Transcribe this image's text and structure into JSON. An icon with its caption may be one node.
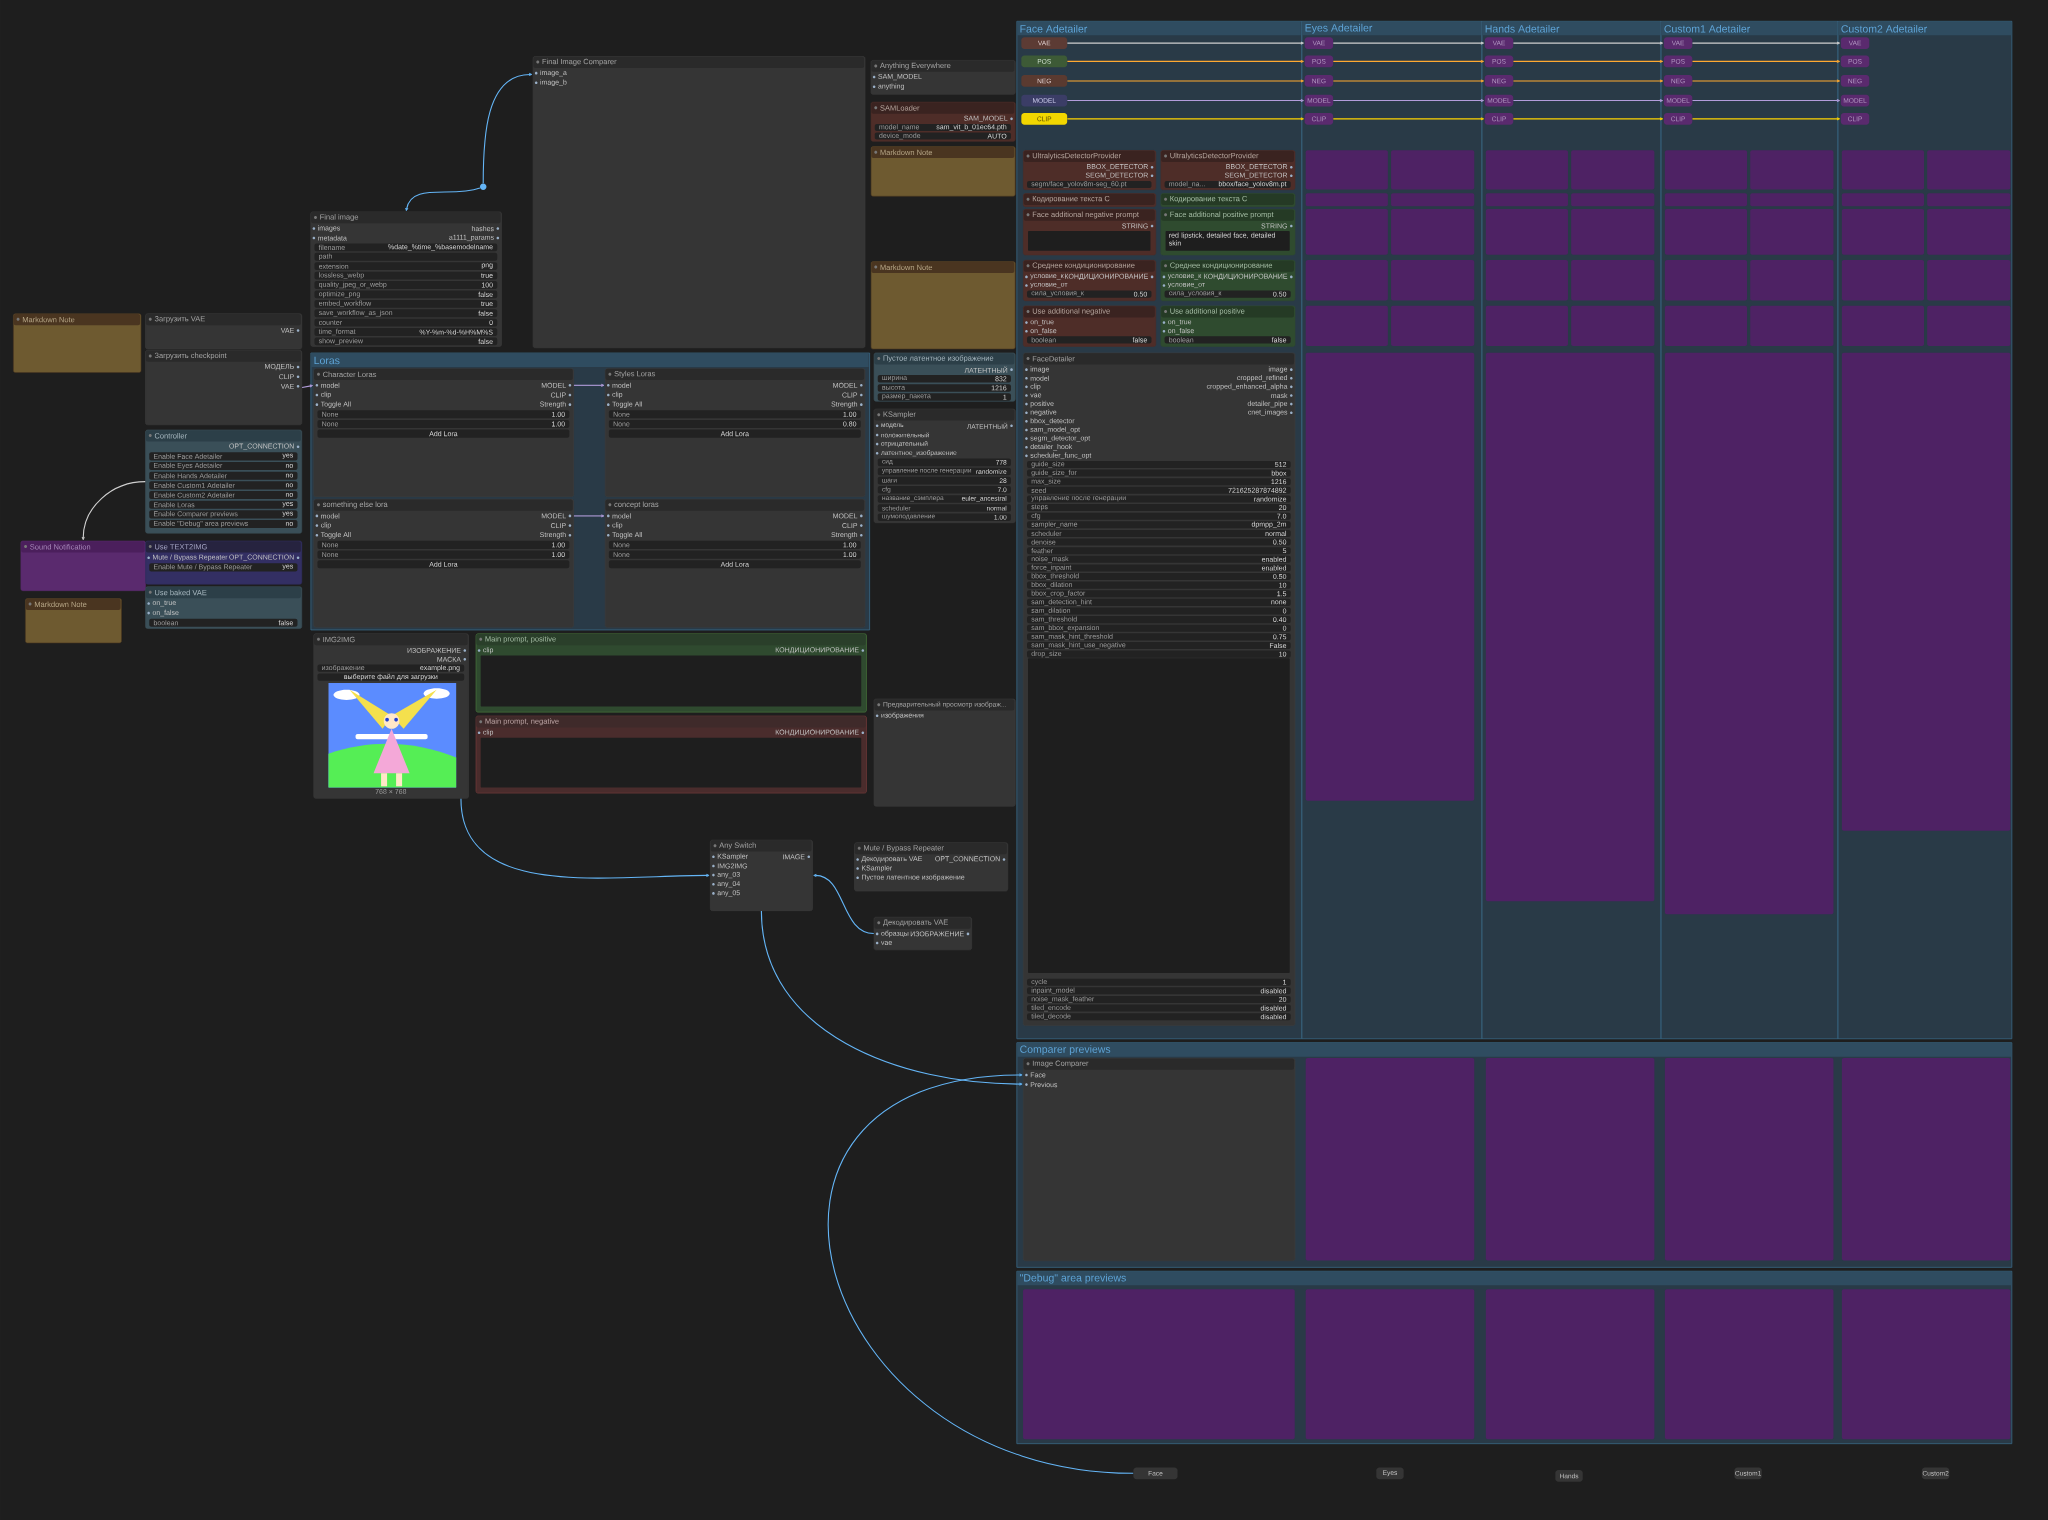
{
  "diagram": {
    "nodes": [
      {
        "text": [
          "Markdown Note"
        ]
      },
      {
        "text": [
          "Sound Notification"
        ]
      },
      {
        "text": [
          "Markdown Note"
        ]
      },
      {
        "text": [
          "Загрузить VAE",
          "VAE"
        ]
      },
      {
        "text": [
          "Загрузить checkpoint",
          "МОДЕЛЬ",
          "CLIP",
          "VAE"
        ]
      },
      {
        "text": [
          "Controller",
          "OPT_CONNECTION",
          "Enable Face Adetailer",
          "yes",
          "Enable Eyes Adetailer",
          "no",
          "Enable Hands Adetailer",
          "no",
          "Enable Custom1 Adetailer",
          "no",
          "Enable Custom2 Adetailer",
          "no",
          "Enable Loras",
          "yes",
          "Enable Comparer previews",
          "yes",
          "Enable \"Debug\" area previews",
          "no"
        ]
      },
      {
        "text": [
          "Use TEXT2IMG",
          "Mute / Bypass Repeater",
          "OPT_CONNECTION",
          "Enable Mute / Bypass Repeater",
          "yes"
        ]
      },
      {
        "text": [
          "Use baked VAE",
          "on_true",
          "on_false",
          "boolean",
          "false"
        ]
      },
      {
        "text": [
          "Final image",
          "images",
          "hashes",
          "metadata",
          "a1111_params",
          "filename",
          "%date_%time_%basemodelname",
          "path",
          "extension",
          "png",
          "lossless_webp",
          "true",
          "quality_jpeg_or_webp",
          "100",
          "optimize_png",
          "false",
          "embed_workflow",
          "true",
          "save_workflow_as_json",
          "false",
          "counter",
          "0",
          "time_format",
          "%Y-%m-%d-%H%M%S",
          "show_preview",
          "false"
        ]
      },
      {
        "text": [],
        "shape": "circle"
      },
      {
        "text": [
          "Final Image Comparer",
          "image_a",
          "image_b"
        ]
      },
      {
        "text": [
          "Loras"
        ]
      },
      {
        "text": [
          "Character Loras",
          "model",
          "MODEL",
          "clip",
          "CLIP",
          "Toggle All",
          "Strength",
          "None",
          "1.00",
          "None",
          "1.00",
          "Add Lora"
        ],
        "in": 11
      },
      {
        "text": [
          "Styles Loras",
          "model",
          "MODEL",
          "clip",
          "CLIP",
          "Toggle All",
          "Strength",
          "None",
          "1.00",
          "None",
          "0.80",
          "Add Lora"
        ],
        "in": 11
      },
      {
        "text": [
          "something else lora",
          "model",
          "MODEL",
          "clip",
          "CLIP",
          "Toggle All",
          "Strength",
          "None",
          "1.00",
          "None",
          "1.00",
          "Add Lora"
        ],
        "in": 11
      },
      {
        "text": [
          "concept loras",
          "model",
          "MODEL",
          "clip",
          "CLIP",
          "Toggle All",
          "Strength",
          "None",
          "1.00",
          "None",
          "1.00",
          "Add Lora"
        ],
        "in": 11
      },
      {
        "text": [
          "IMG2IMG",
          "ИЗОБРАЖЕНИЕ",
          "МАСКА",
          "изображение",
          "example.png",
          "выберите файл для загрузки",
          "768 × 768"
        ]
      },
      {
        "text": [
          "Main prompt, positive",
          "clip",
          "КОНДИЦИОНИРОВАНИЕ"
        ]
      },
      {
        "text": [
          "Main prompt, negative",
          "clip",
          "КОНДИЦИОНИРОВАНИЕ"
        ]
      },
      {
        "text": [
          "Anything Everywhere",
          "SAM_MODEL",
          "anything"
        ]
      },
      {
        "text": [
          "SAMLoader",
          "SAM_MODEL",
          "model_name",
          "sam_vit_b_01ec64.pth",
          "device_mode",
          "AUTO"
        ]
      },
      {
        "text": [
          "Markdown Note"
        ]
      },
      {
        "text": [
          "Markdown Note"
        ]
      },
      {
        "text": [
          "Пустое латентное изображение",
          "ЛАТЕНТНЫЙ",
          "ширина",
          "832",
          "высота",
          "1216",
          "размер_пакета",
          "1"
        ]
      },
      {
        "text": [
          "KSampler",
          "модель",
          "ЛАТЕНТНЫЙ",
          "положительный",
          "отрицательный",
          "латентное_изображение",
          "сид",
          "778",
          "управление после генерации",
          "randomize",
          "шаги",
          "28",
          "cfg",
          "7.0",
          "название_сэмплера",
          "euler_ancestral",
          "scheduler",
          "normal",
          "шумоподавление",
          "1.00"
        ]
      },
      {
        "text": [
          "Предварительный просмотр изображ...",
          "изображения"
        ]
      },
      {
        "text": [
          "Any Switch",
          "KSampler",
          "IMAGE",
          "IMG2IMG",
          "any_03",
          "any_04",
          "any_05"
        ]
      },
      {
        "text": [
          "Mute / Bypass Repeater",
          "Декодировать VAE",
          "OPT_CONNECTION",
          "KSampler",
          "Пустое латентное изображение"
        ]
      },
      {
        "text": [
          "Декодировать VAE",
          "образцы",
          "ИЗОБРАЖЕНИЕ",
          "vae"
        ]
      },
      {
        "text": [
          "Face Adetailer"
        ]
      },
      {
        "text": [
          "Eyes Adetailer"
        ]
      },
      {
        "text": [
          "Hands Adetailer"
        ]
      },
      {
        "text": [
          "Custom1 Adetailer"
        ]
      },
      {
        "text": [
          "Custom2 Adetailer"
        ]
      },
      {
        "text": [
          "VAE"
        ],
        "in": 29
      },
      {
        "text": [
          "POS"
        ],
        "in": 29
      },
      {
        "text": [
          "NEG"
        ],
        "in": 29
      },
      {
        "text": [
          "MODEL"
        ],
        "in": 29
      },
      {
        "text": [
          "CLIP"
        ],
        "in": 29
      },
      {
        "text": [
          "UltralyticsDetectorProvider",
          "BBOX_DETECTOR",
          "SEGM_DETECTOR",
          "segm/face_yolov8m-seg_60.pt"
        ],
        "in": 29
      },
      {
        "text": [
          "UltralyticsDetectorProvider",
          "BBOX_DETECTOR",
          "SEGM_DETECTOR",
          "model_na...",
          "bbox/face_yolov8m.pt"
        ],
        "in": 29
      },
      {
        "text": [
          "Кодирование текста C"
        ],
        "in": 29
      },
      {
        "text": [
          "Кодирование текста C"
        ],
        "in": 29
      },
      {
        "text": [
          "Face additional negative prompt",
          "STRING"
        ],
        "in": 29
      },
      {
        "text": [
          "Face additional positive prompt",
          "STRING",
          "red lipstick, detailed face, detailed skin"
        ],
        "in": 29
      },
      {
        "text": [
          "Среднее кондиционирование",
          "условие_к",
          "КОНДИЦИОНИРОВАНИЕ",
          "условие_от",
          "сила_условия_к",
          "0.50"
        ],
        "in": 29
      },
      {
        "text": [
          "Среднее кондиционирование",
          "условие_к",
          "КОНДИЦИОНИРОВАНИЕ",
          "условие_от",
          "сила_условия_к",
          "0.50"
        ],
        "in": 29
      },
      {
        "text": [
          "Use additional negative",
          "on_true",
          "on_false",
          "boolean",
          "false"
        ],
        "in": 29
      },
      {
        "text": [
          "Use additional positive",
          "on_true",
          "on_false",
          "boolean",
          "false"
        ],
        "in": 29
      },
      {
        "text": [
          "FaceDetailer",
          "image",
          "image",
          "model",
          "cropped_refined",
          "clip",
          "cropped_enhanced_alpha",
          "vae",
          "mask",
          "positive",
          "detailer_pipe",
          "negative",
          "cnet_images",
          "bbox_detector",
          "sam_model_opt",
          "segm_detector_opt",
          "detailer_hook",
          "scheduler_func_opt",
          "guide_size",
          "512",
          "guide_size_for",
          "bbox",
          "max_size",
          "1216",
          "seed",
          "721625287874892",
          "управление после генерации",
          "randomize",
          "steps",
          "20",
          "cfg",
          "7.0",
          "sampler_name",
          "dpmpp_2m",
          "scheduler",
          "normal",
          "denoise",
          "0.50",
          "feather",
          "5",
          "noise_mask",
          "enabled",
          "force_inpaint",
          "enabled",
          "bbox_threshold",
          "0.50",
          "bbox_dilation",
          "10",
          "bbox_crop_factor",
          "1.5",
          "sam_detection_hint",
          "none",
          "sam_dilation",
          "0",
          "sam_threshold",
          "0.40",
          "sam_bbox_expansion",
          "0",
          "sam_mask_hint_threshold",
          "0.75",
          "sam_mask_hint_use_negative",
          "False",
          "drop_size",
          "10",
          "cycle",
          "1",
          "inpaint_model",
          "disabled",
          "noise_mask_feather",
          "20",
          "tiled_encode",
          "disabled",
          "tiled_decode",
          "disabled"
        ],
        "in": 29
      },
      {
        "text": [
          "Comparer previews"
        ]
      },
      {
        "text": [
          "Image Comparer",
          "Face",
          "Previous"
        ],
        "in": 50
      },
      {
        "text": [
          "\"Debug\" area previews"
        ]
      },
      {
        "text": [
          "VAE"
        ],
        "in": 30
      },
      {
        "text": [
          "POS"
        ],
        "in": 30
      },
      {
        "text": [
          "NEG"
        ],
        "in": 30
      },
      {
        "text": [
          "MODEL"
        ],
        "in": 30
      },
      {
        "text": [
          "CLIP"
        ],
        "in": 30
      },
      {
        "text": [
          "VAE"
        ],
        "in": 31
      },
      {
        "text": [
          "POS"
        ],
        "in": 31
      },
      {
        "text": [
          "NEG"
        ],
        "in": 31
      },
      {
        "text": [
          "MODEL"
        ],
        "in": 31
      },
      {
        "text": [
          "CLIP"
        ],
        "in": 31
      },
      {
        "text": [
          "VAE"
        ],
        "in": 32
      },
      {
        "text": [
          "POS"
        ],
        "in": 32
      },
      {
        "text": [
          "NEG"
        ],
        "in": 32
      },
      {
        "text": [
          "MODEL"
        ],
        "in": 32
      },
      {
        "text": [
          "CLIP"
        ],
        "in": 32
      },
      {
        "text": [
          "VAE"
        ],
        "in": 33
      },
      {
        "text": [
          "POS"
        ],
        "in": 33
      },
      {
        "text": [
          "NEG"
        ],
        "in": 33
      },
      {
        "text": [
          "MODEL"
        ],
        "in": 33
      },
      {
        "text": [
          "CLIP"
        ],
        "in": 33
      },
      {
        "text": [
          "Face"
        ]
      },
      {
        "text": [
          "Eyes"
        ]
      },
      {
        "text": [
          "Hands"
        ]
      },
      {
        "text": [
          "Custom1"
        ]
      },
      {
        "text": [
          "Custom2"
        ]
      }
    ],
    "edges": [
      {
        "from": 4,
        "to": 12,
        "arrow": "to",
        "color": "#b39ddb"
      },
      {
        "from": 12,
        "to": 13,
        "arrow": "to",
        "color": "#b39ddb"
      },
      {
        "from": 14,
        "to": 15,
        "arrow": "to",
        "color": "#b39ddb"
      },
      {
        "from": 9,
        "to": 10,
        "arrow": "to",
        "color": "#64b5f6"
      },
      {
        "from": 9,
        "to": 8,
        "arrow": "to",
        "color": "#64b5f6"
      },
      {
        "from": 28,
        "to": 26,
        "arrow": "to",
        "color": "#64b5f6"
      },
      {
        "from": 16,
        "to": 26,
        "arrow": "to",
        "color": "#64b5f6"
      },
      {
        "from": 26,
        "to": 51,
        "arrow": "to",
        "color": "#64b5f6"
      },
      {
        "from": 5,
        "to": 1,
        "arrow": "to",
        "color": "#cfcfcf"
      },
      {
        "from": 34,
        "to": 53,
        "arrow": "to",
        "color": "#cfcfcf"
      },
      {
        "from": 53,
        "to": 58,
        "arrow": "to",
        "color": "#cfcfcf"
      },
      {
        "from": 58,
        "to": 63,
        "arrow": "to",
        "color": "#cfcfcf"
      },
      {
        "from": 63,
        "to": 68,
        "arrow": "to",
        "color": "#cfcfcf"
      },
      {
        "from": 35,
        "to": 54,
        "arrow": "to",
        "color": "#ffa931"
      },
      {
        "from": 54,
        "to": 59,
        "arrow": "to",
        "color": "#ffa931"
      },
      {
        "from": 59,
        "to": 64,
        "arrow": "to",
        "color": "#ffa931"
      },
      {
        "from": 64,
        "to": 69,
        "arrow": "to",
        "color": "#ffa931"
      },
      {
        "from": 36,
        "to": 55,
        "arrow": "to",
        "color": "#ffa931"
      },
      {
        "from": 55,
        "to": 60,
        "arrow": "to",
        "color": "#ffa931"
      },
      {
        "from": 60,
        "to": 65,
        "arrow": "to",
        "color": "#ffa931"
      },
      {
        "from": 65,
        "to": 70,
        "arrow": "to",
        "color": "#ffa931"
      },
      {
        "from": 37,
        "to": 56,
        "arrow": "to",
        "color": "#b39ddb"
      },
      {
        "from": 56,
        "to": 61,
        "arrow": "to",
        "color": "#b39ddb"
      },
      {
        "from": 61,
        "to": 66,
        "arrow": "to",
        "color": "#b39ddb"
      },
      {
        "from": 66,
        "to": 71,
        "arrow": "to",
        "color": "#b39ddb"
      },
      {
        "from": 38,
        "to": 57,
        "arrow": "to",
        "color": "#ffd500"
      },
      {
        "from": 57,
        "to": 62,
        "arrow": "to",
        "color": "#ffd500"
      },
      {
        "from": 62,
        "to": 67,
        "arrow": "to",
        "color": "#ffd500"
      },
      {
        "from": 67,
        "to": 72,
        "arrow": "to",
        "color": "#ffd500"
      },
      {
        "from": 73,
        "to": 51,
        "arrow": "to",
        "color": "#64b5f6"
      }
    ]
  }
}
